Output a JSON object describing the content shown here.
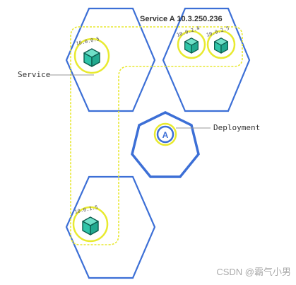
{
  "diagram": {
    "service_title": "Service A 10.3.250.236",
    "service_label": "Service",
    "deployment_label": "Deployment",
    "deployment_badge": "A",
    "pods": [
      {
        "ip": "10.0.0.5"
      },
      {
        "ip": "10.0.2.4"
      },
      {
        "ip": "10.0.2.5"
      },
      {
        "ip": "10.0.1.5"
      }
    ],
    "watermark": "CSDN @霸气小男"
  },
  "colors": {
    "node_stroke": "#3c6fd6",
    "dashed_border": "#e8e830",
    "pod_ring": "#e8ea2f",
    "cube_fill": "#2ec4a8",
    "cube_stroke": "#0c5c4e",
    "label_line": "#9a9a9a",
    "text": "#333333"
  }
}
